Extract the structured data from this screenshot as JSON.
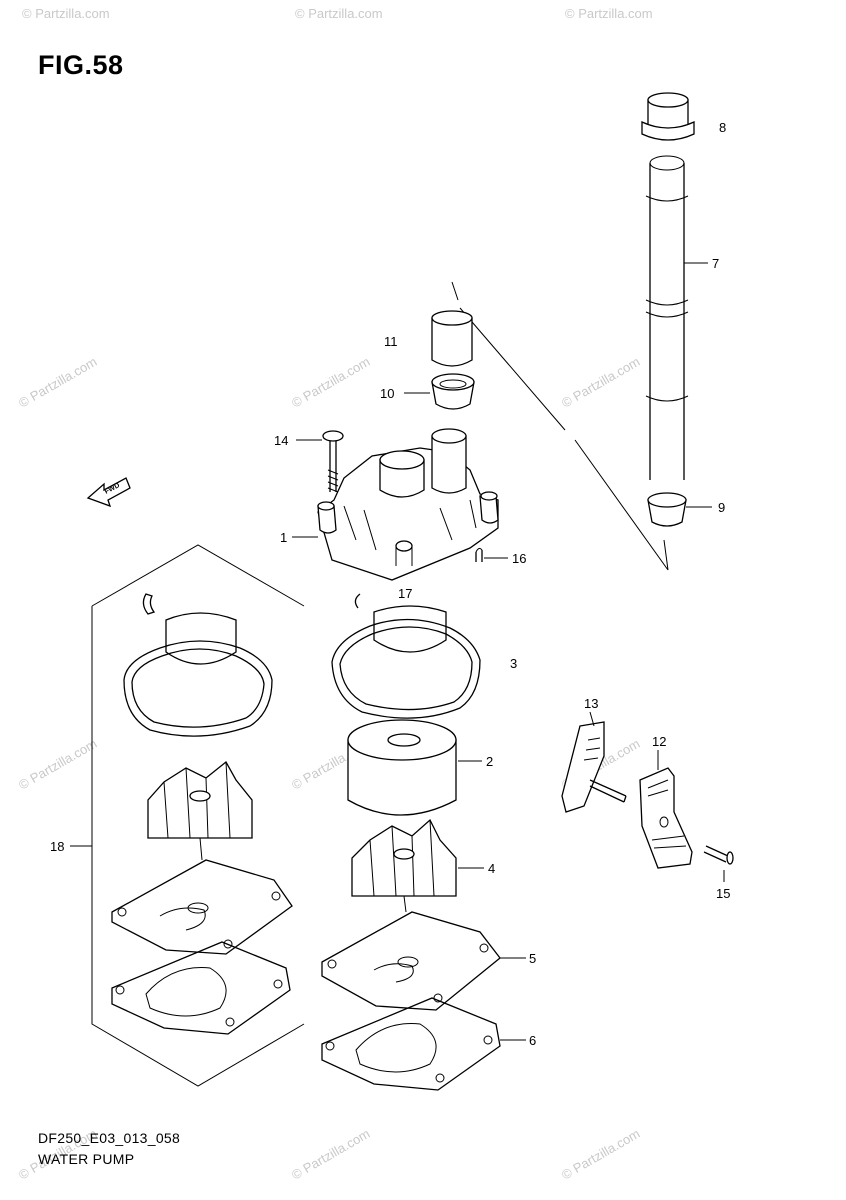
{
  "figure": {
    "title": "FIG.58"
  },
  "footer": {
    "code": "DF250_E03_013_058",
    "name": "WATER PUMP"
  },
  "direction_arrow": {
    "label": "FWD"
  },
  "watermark": {
    "text": "© Partzilla.com"
  },
  "part_labels": {
    "p1": "1",
    "p2": "2",
    "p3": "3",
    "p4": "4",
    "p5": "5",
    "p6": "6",
    "p7": "7",
    "p8": "8",
    "p9": "9",
    "p10": "10",
    "p11": "11",
    "p12": "12",
    "p13": "13",
    "p14": "14",
    "p15": "15",
    "p16": "16",
    "p17": "17",
    "p18": "18"
  }
}
